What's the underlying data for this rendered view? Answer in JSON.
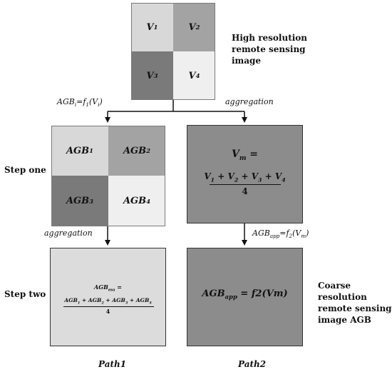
{
  "top_grid": {
    "v1": "V",
    "v1_sub": "1",
    "v2": "V",
    "v2_sub": "2",
    "v3": "V",
    "v3_sub": "3",
    "v4": "V",
    "v4_sub": "4"
  },
  "labels": {
    "high_res_line1": "High resolution",
    "high_res_line2": "remote sensing",
    "high_res_line3": "image",
    "step_one": "Step one",
    "step_two": "Step two",
    "coarse_line1": "Coarse resolution",
    "coarse_line2": "remote sensing",
    "coarse_line3": "image AGB",
    "path1": "Path1",
    "path2": "Path2"
  },
  "arrows": {
    "agb_fn_left": "AGB",
    "agb_fn_left_sub": "i",
    "agb_fn_left_rest": "=f",
    "agb_fn_left_f_sub": "1",
    "agb_fn_left_arg": "(V",
    "agb_fn_left_arg_sub": "i",
    "agb_fn_left_close": ")",
    "aggregation_top": "aggregation",
    "aggregation_left": "aggregation",
    "agb_app_fn": "AGB",
    "agb_app_fn_sub": "app",
    "agb_app_fn_rest": "=f",
    "agb_app_fn_f_sub": "2",
    "agb_app_fn_arg": "(V",
    "agb_app_fn_arg_sub": "m",
    "agb_app_fn_close": ")"
  },
  "step_one_grid": {
    "c1": "AGB",
    "c1_sub": "1",
    "c2": "AGB",
    "c2_sub": "2",
    "c3": "AGB",
    "c3_sub": "3",
    "c4": "AGB",
    "c4_sub": "4"
  },
  "vm_box": {
    "lhs": "V",
    "lhs_sub": "m",
    "eq": " =",
    "num_v": "V",
    "num_plus": " + ",
    "s1": "1",
    "s2": "2",
    "s3": "3",
    "s4": "4",
    "den": "4"
  },
  "agb_esa_box": {
    "lhs": "AGB",
    "lhs_sub": "esa",
    "eq": " =",
    "num_term": "AGB",
    "plus": " + ",
    "s1": "1",
    "s2": "2",
    "s3": "3",
    "s4": "4",
    "den": "4"
  },
  "agb_app_box": {
    "lhs": "AGB",
    "lhs_sub": "app",
    "eq": " = ",
    "f": "f",
    "f_num": "2",
    "arg": "(Vm)"
  },
  "colors": {
    "light": "#d8d8d8",
    "mid": "#a3a3a3",
    "dark": "#7a7a7a",
    "lightest": "#efefef",
    "box_light": "#dcdcdc",
    "box_dark": "#8c8c8c"
  }
}
